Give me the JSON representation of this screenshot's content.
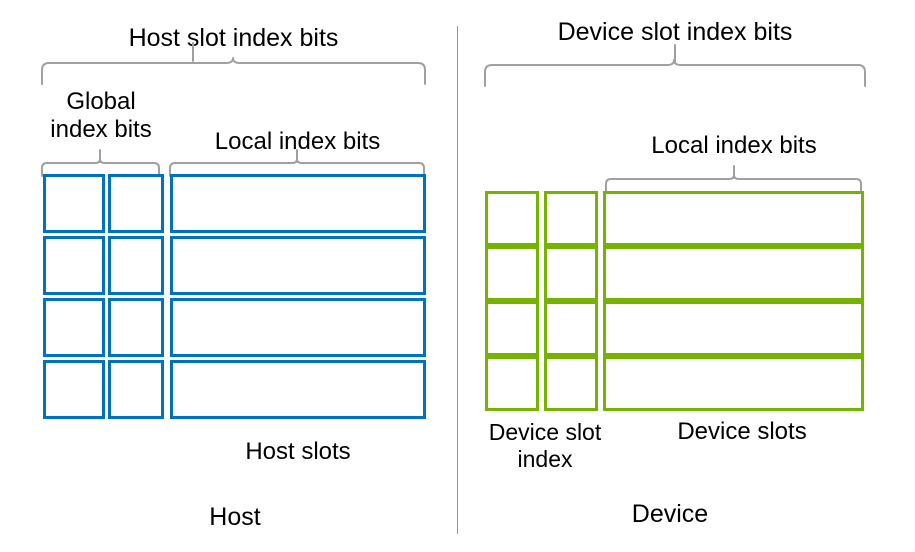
{
  "figure": {
    "title_left": "Host slot index bits",
    "title_right": "Device slot index bits",
    "colors": {
      "host_blue": "#0070C0",
      "device_green": "#76B200",
      "brace_gray": "#A0A0A0",
      "divider_gray": "#9A9A9A",
      "background": "#FFFFFF",
      "text": "#000000"
    }
  },
  "host": {
    "top_bracket_label": "Host slot index bits",
    "global_bits_label": "Global\nindex bits",
    "local_bits_label": "Local index bits",
    "slots_label": "Host slots",
    "side_label": "Host",
    "rows": 4,
    "columns": [
      {
        "name": "global-bit-col-1",
        "kind": "bit"
      },
      {
        "name": "global-bit-col-2",
        "kind": "bit"
      },
      {
        "name": "local-bits-col",
        "kind": "slot"
      }
    ]
  },
  "device": {
    "top_bracket_label": "Device slot index bits",
    "local_bits_label": "Local index bits",
    "slot_index_label": "Device slot\nindex",
    "slots_label": "Device slots",
    "side_label": "Device",
    "rows": 4,
    "columns": [
      {
        "name": "device-slot-index-col-1",
        "kind": "bit"
      },
      {
        "name": "device-slot-index-col-2",
        "kind": "bit"
      },
      {
        "name": "device-slots-col",
        "kind": "slot"
      }
    ]
  }
}
